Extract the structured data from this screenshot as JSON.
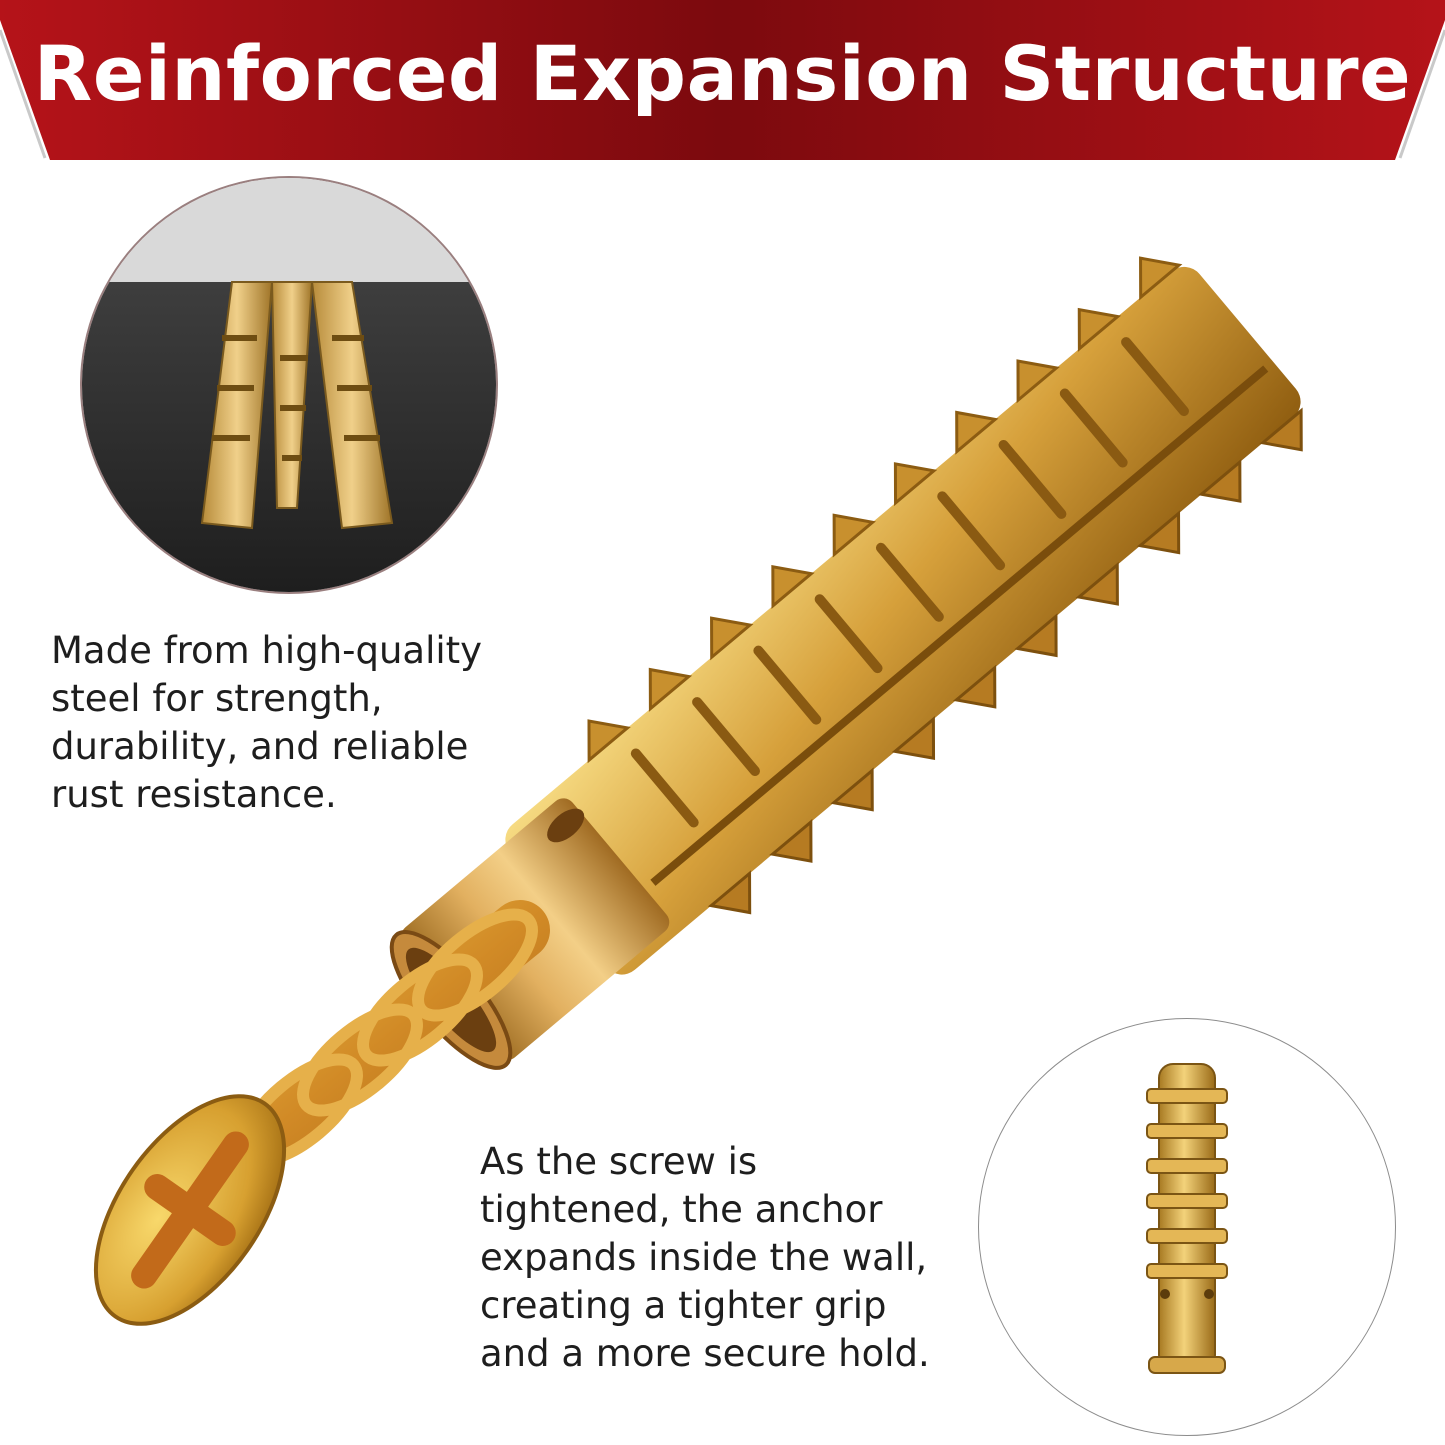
{
  "banner": {
    "title": "Reinforced Expansion Structure",
    "color": "#8f0d12"
  },
  "captions": {
    "material_lines": [
      "Made from high-quality",
      "steel for strength,",
      "durability, and reliable",
      "rust resistance."
    ],
    "expansion_lines": [
      "As the screw is",
      "tightened, the anchor",
      "expands inside the wall,",
      "creating a tighter grip",
      "and a more secure hold."
    ]
  },
  "images": {
    "main": "brass-expansion-anchor-with-screw",
    "inset_top": "anchor-expanded-inside-wall",
    "inset_bottom": "expansion-anchor-standalone"
  },
  "colors": {
    "brass_light": "#f6d77a",
    "brass_mid": "#d9a53a",
    "brass_dark": "#9a6a14",
    "copper": "#c8813a"
  }
}
